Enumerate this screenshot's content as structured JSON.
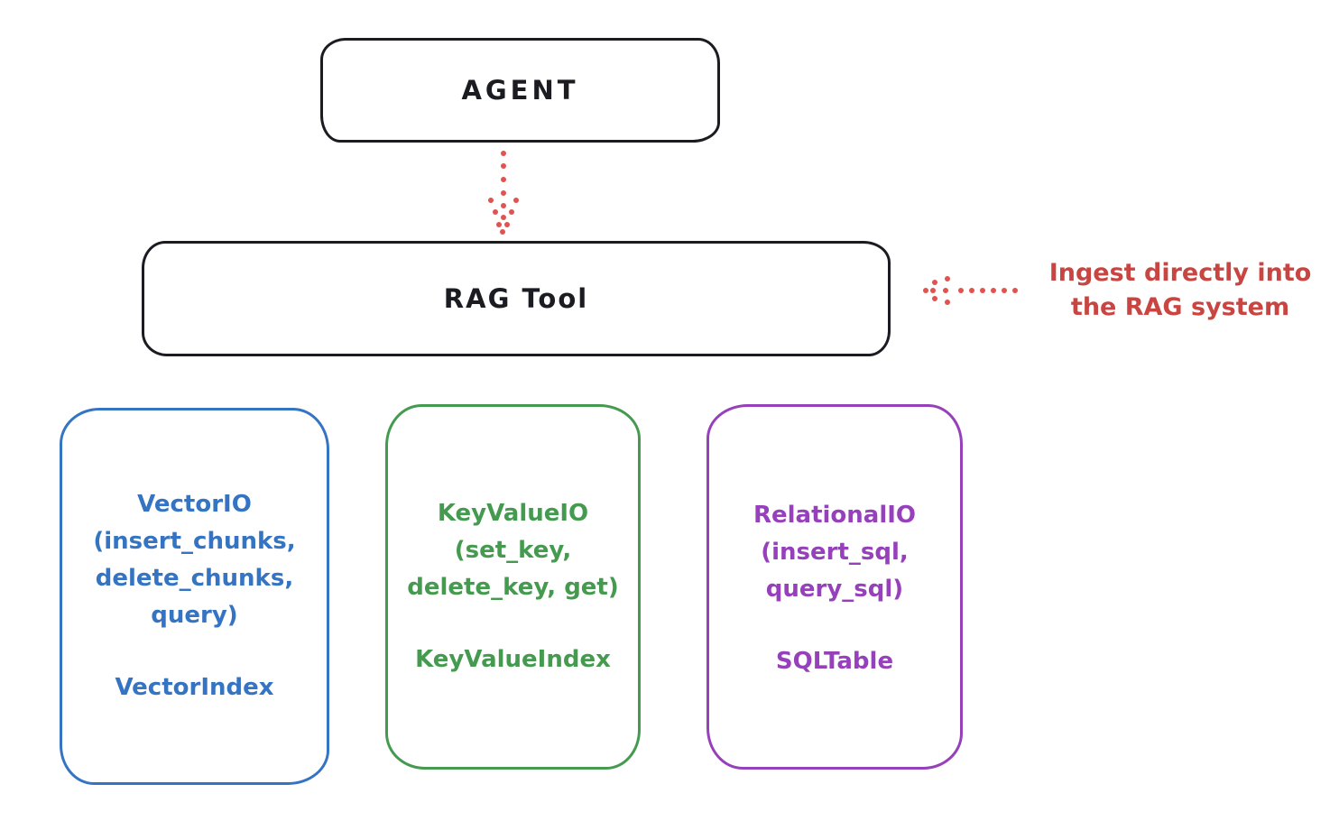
{
  "diagram": {
    "agent_label": "AGENT",
    "rag_tool_label": "RAG Tool",
    "annotation": {
      "line1": "Ingest directly into",
      "line2": "the RAG system"
    },
    "arrows": [
      {
        "name": "agent-to-rag-tool",
        "style": "dotted",
        "direction": "down"
      },
      {
        "name": "annotation-to-rag-tool",
        "style": "dotted",
        "direction": "left"
      }
    ],
    "colors": {
      "stroke_black": "#1b1b22",
      "annotation_red": "#c94541",
      "arrow_red": "#e0534f",
      "vector_blue": "#3474c2",
      "keyvalue_green": "#449a4e",
      "relational_purple": "#9640bb",
      "background": "#ffffff"
    },
    "io_boxes": [
      {
        "name": "vector-io",
        "color": "#3474c2",
        "title_lines": [
          "VectorIO",
          "(insert_chunks,",
          "delete_chunks,",
          "query)"
        ],
        "index_label": "VectorIndex"
      },
      {
        "name": "keyvalue-io",
        "color": "#449a4e",
        "title_lines": [
          "KeyValueIO",
          "(set_key,",
          "delete_key, get)"
        ],
        "index_label": "KeyValueIndex"
      },
      {
        "name": "relational-io",
        "color": "#9640bb",
        "title_lines": [
          "RelationalIO",
          "(insert_sql,",
          "query_sql)"
        ],
        "index_label": "SQLTable"
      }
    ]
  }
}
